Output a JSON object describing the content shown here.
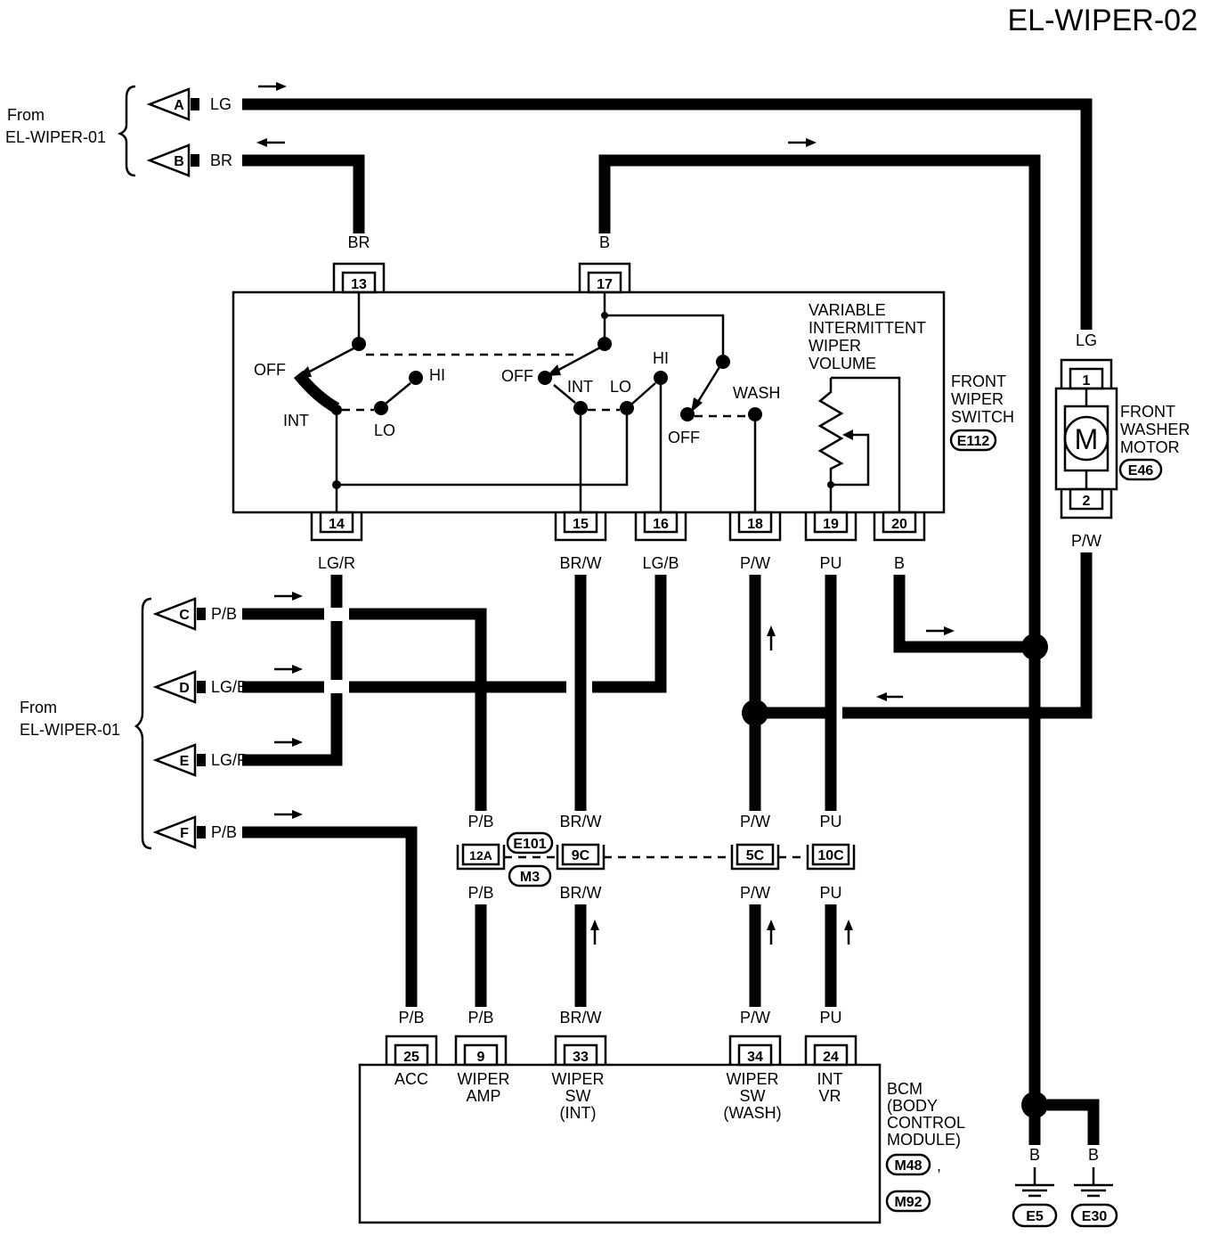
{
  "title": "EL-WIPER-02",
  "from_label_top": [
    "From",
    "EL-WIPER-01"
  ],
  "from_label_bottom": [
    "From",
    "EL-WIPER-01"
  ],
  "connectors": {
    "A": {
      "letter": "A",
      "color": "LG"
    },
    "B": {
      "letter": "B",
      "color": "BR"
    },
    "C": {
      "letter": "C",
      "color": "P/B"
    },
    "D": {
      "letter": "D",
      "color": "LG/B"
    },
    "E": {
      "letter": "E",
      "color": "LG/R"
    },
    "F": {
      "letter": "F",
      "color": "P/B"
    }
  },
  "switch": {
    "name": [
      "FRONT",
      "WIPER",
      "SWITCH"
    ],
    "ref": "E112",
    "volume_label": [
      "VARIABLE",
      "INTERMITTENT",
      "WIPER",
      "VOLUME"
    ],
    "positions": {
      "off1": "OFF",
      "int1": "INT",
      "lo1": "LO",
      "hi1": "HI",
      "off2": "OFF",
      "int2": "INT",
      "lo2": "LO",
      "hi2": "HI",
      "off3": "OFF",
      "wash": "WASH"
    },
    "top_pins": {
      "p13": "13",
      "p17": "17"
    },
    "top_wires": {
      "w13": "BR",
      "w17": "B"
    },
    "bottom_pins": {
      "p14": "14",
      "p15": "15",
      "p16": "16",
      "p18": "18",
      "p19": "19",
      "p20": "20"
    },
    "bottom_wires": {
      "w14": "LG/R",
      "w15": "BR/W",
      "w16": "LG/B",
      "w18": "P/W",
      "w19": "PU",
      "w20": "B"
    }
  },
  "washer_motor": {
    "name": [
      "FRONT",
      "WASHER",
      "MOTOR"
    ],
    "ref": "E46",
    "symbol": "M",
    "pin1": "1",
    "pin2": "2",
    "wire_top": "LG",
    "wire_bottom": "P/W"
  },
  "joint": {
    "refs": [
      "E101",
      "M3"
    ],
    "pins": {
      "p12a": "12A",
      "p9c": "9C",
      "p5c": "5C",
      "p10c": "10C"
    },
    "wires_above": {
      "w12a": "P/B",
      "w9c": "BR/W",
      "w5c": "P/W",
      "w10c": "PU"
    },
    "wires_below": {
      "w12a": "P/B",
      "w9c": "BR/W",
      "w5c": "P/W",
      "w10c": "PU"
    }
  },
  "bcm": {
    "name": [
      "BCM",
      "(BODY",
      "CONTROL",
      "MODULE)"
    ],
    "refs": [
      "M48",
      "M92"
    ],
    "ref_sep": ",",
    "pins": {
      "p25": "25",
      "p9": "9",
      "p33": "33",
      "p34": "34",
      "p24": "24"
    },
    "wires": {
      "w25": "P/B",
      "w9": "P/B",
      "w33": "BR/W",
      "w34": "P/W",
      "w24": "PU"
    },
    "pin_labels": {
      "p25": [
        "ACC"
      ],
      "p9": [
        "WIPER",
        "AMP"
      ],
      "p33": [
        "WIPER",
        "SW",
        "(INT)"
      ],
      "p34": [
        "WIPER",
        "SW",
        "(WASH)"
      ],
      "p24": [
        "INT",
        "VR"
      ]
    }
  },
  "grounds": {
    "g1": {
      "wire": "B",
      "ref": "E5"
    },
    "g2": {
      "wire": "B",
      "ref": "E30"
    }
  }
}
